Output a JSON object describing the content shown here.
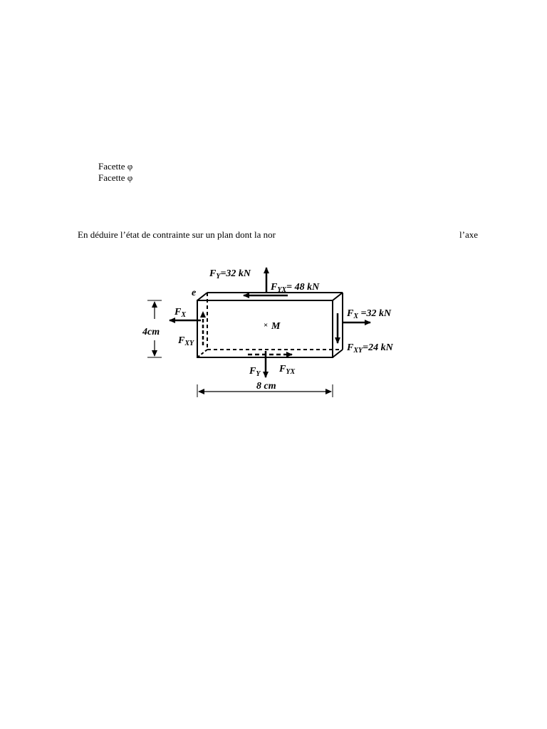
{
  "text": {
    "facette_1": "Facette φ",
    "facette_2": "Facette φ",
    "sentence_start": "En déduire l’état de contrainte sur un plan dont la nor",
    "sentence_end": "l’axe"
  },
  "figure": {
    "label_e": "e",
    "label_M": "M",
    "height_label": "4cm",
    "width_label": "8 cm",
    "fy_top": {
      "main": "F",
      "sub": "Y",
      "rest": "=32 kN"
    },
    "fyx_top": {
      "main": "F",
      "sub": "YX",
      "rest": "= 48 kN"
    },
    "fx_left": {
      "main": "F",
      "sub": "X",
      "rest": ""
    },
    "fxy_left": {
      "main": "F",
      "sub": "XY",
      "rest": ""
    },
    "fx_right": {
      "main": "F",
      "sub": "X",
      "rest": " =32 kN"
    },
    "fxy_right": {
      "main": "F",
      "sub": "XY",
      "rest": "=24 kN"
    },
    "fy_bottom": {
      "main": "F",
      "sub": "Y",
      "rest": ""
    },
    "fyx_bottom": {
      "main": "F",
      "sub": "YX",
      "rest": ""
    }
  }
}
